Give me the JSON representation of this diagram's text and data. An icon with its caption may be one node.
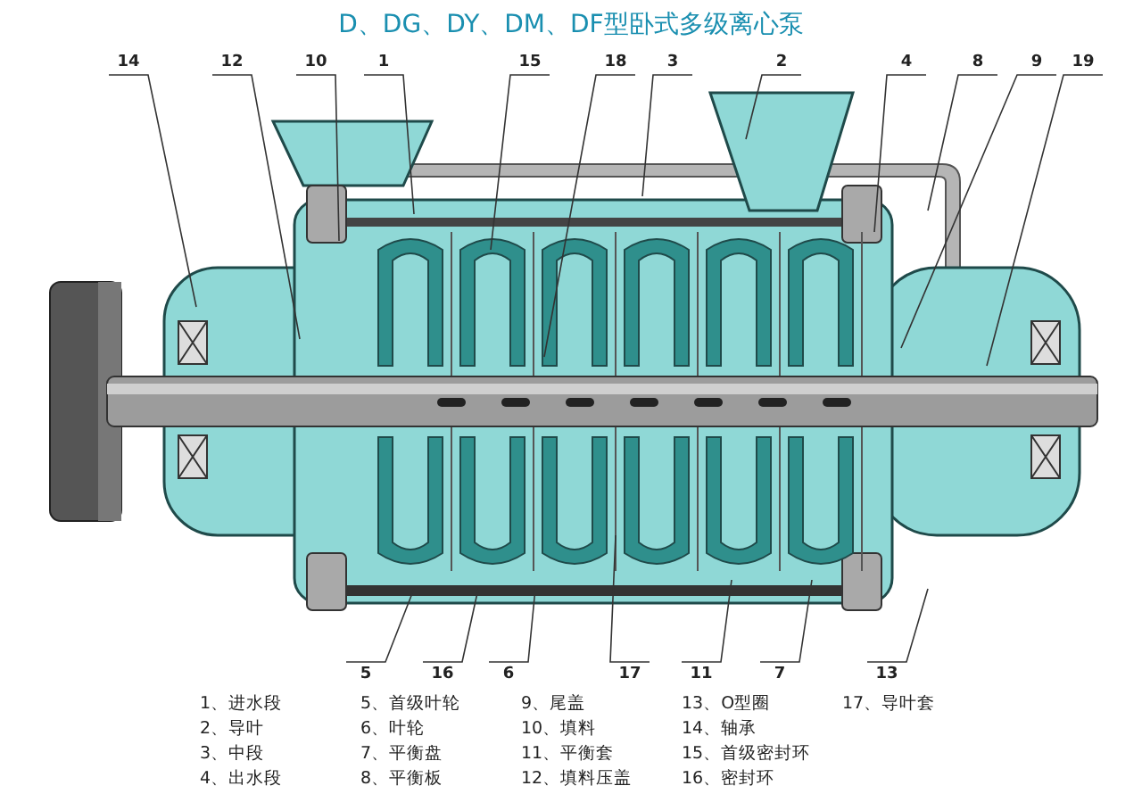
{
  "diagram": {
    "title": "D、DG、DY、DM、DF型卧式多级离心泵",
    "nodes": [
      {
        "text": [
          "14"
        ]
      },
      {
        "text": [
          "12"
        ]
      },
      {
        "text": [
          "10"
        ]
      },
      {
        "text": [
          "1"
        ]
      },
      {
        "text": [
          "15"
        ]
      },
      {
        "text": [
          "18"
        ]
      },
      {
        "text": [
          "3"
        ]
      },
      {
        "text": [
          "2"
        ]
      },
      {
        "text": [
          "4"
        ]
      },
      {
        "text": [
          "8"
        ]
      },
      {
        "text": [
          "9"
        ]
      },
      {
        "text": [
          "19"
        ]
      },
      {
        "text": [
          "5"
        ]
      },
      {
        "text": [
          "16"
        ]
      },
      {
        "text": [
          "6"
        ]
      },
      {
        "text": [
          "17"
        ]
      },
      {
        "text": [
          "11"
        ]
      },
      {
        "text": [
          "7"
        ]
      },
      {
        "text": [
          "13"
        ]
      }
    ],
    "edges": [
      {
        "from": 0,
        "to": null,
        "arrow": "none"
      },
      {
        "from": 1,
        "to": null,
        "arrow": "none"
      },
      {
        "from": 2,
        "to": null,
        "arrow": "none"
      },
      {
        "from": 3,
        "to": null,
        "arrow": "none"
      },
      {
        "from": 4,
        "to": null,
        "arrow": "none"
      },
      {
        "from": 5,
        "to": null,
        "arrow": "none"
      },
      {
        "from": 6,
        "to": null,
        "arrow": "none"
      },
      {
        "from": 7,
        "to": null,
        "arrow": "none"
      },
      {
        "from": 8,
        "to": null,
        "arrow": "none"
      },
      {
        "from": 9,
        "to": null,
        "arrow": "none"
      },
      {
        "from": 10,
        "to": null,
        "arrow": "none"
      },
      {
        "from": 11,
        "to": null,
        "arrow": "none"
      },
      {
        "from": 12,
        "to": null,
        "arrow": "none"
      },
      {
        "from": 13,
        "to": null,
        "arrow": "none"
      },
      {
        "from": 14,
        "to": null,
        "arrow": "none"
      },
      {
        "from": 15,
        "to": null,
        "arrow": "none"
      },
      {
        "from": 16,
        "to": null,
        "arrow": "none"
      },
      {
        "from": 17,
        "to": null,
        "arrow": "none"
      },
      {
        "from": 18,
        "to": null,
        "arrow": "none"
      }
    ],
    "labels": [
      "1、进水段",
      "2、导叶",
      "3、中段",
      "4、出水段",
      "5、首级叶轮",
      "6、叶轮",
      "7、平衡盘",
      "8、平衡板",
      "9、尾盖",
      "10、填料",
      "11、平衡套",
      "12、填料压盖",
      "13、O型圈",
      "14、轴承",
      "15、首级密封环",
      "16、密封环",
      "17、导叶套"
    ]
  }
}
